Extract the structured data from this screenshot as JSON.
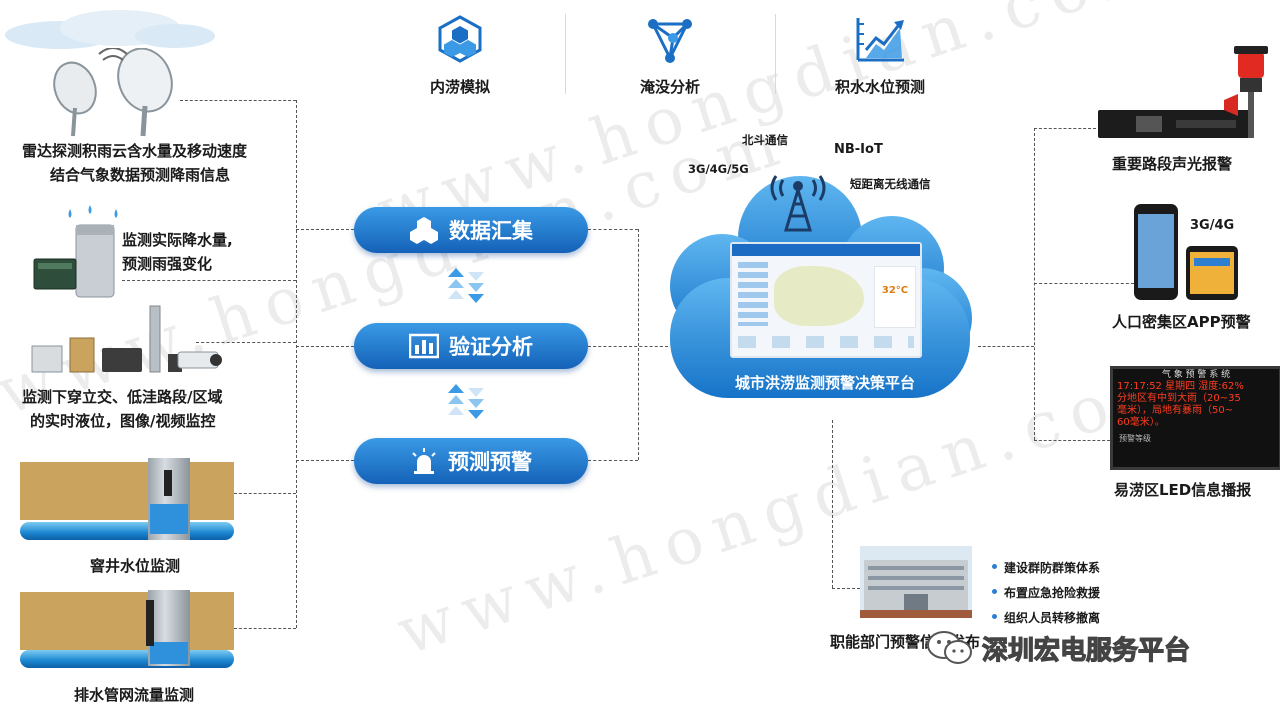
{
  "top_modules": [
    {
      "label": "内涝模拟",
      "icon": "cube-cluster-icon"
    },
    {
      "label": "淹没分析",
      "icon": "network-nodes-icon"
    },
    {
      "label": "积水水位预测",
      "icon": "rising-chart-icon"
    }
  ],
  "left_sources": [
    {
      "line1": "雷达探测积雨云含水量及移动速度",
      "line2": "结合气象数据预测降雨信息",
      "icon": "radar-dish-icon"
    },
    {
      "line1": "监测实际降水量,",
      "line2": "预测雨强变化",
      "icon": "rain-gauge-icon"
    },
    {
      "line1": "监测下穿立交、低洼路段/区域",
      "line2": "的实时液位，图像/视频监控",
      "icon": "sensor-camera-icon"
    },
    {
      "line1": "窨井水位监测",
      "icon": "manhole-icon"
    },
    {
      "line1": "排水管网流量监测",
      "icon": "drain-pipe-icon"
    }
  ],
  "process_steps": [
    {
      "label": "数据汇集",
      "icon": "data-collect-icon"
    },
    {
      "label": "验证分析",
      "icon": "analysis-chart-icon"
    },
    {
      "label": "预测预警",
      "icon": "alarm-light-icon"
    }
  ],
  "comm_labels": [
    "北斗通信",
    "NB-IoT",
    "3G/4G/5G",
    "短距离无线通信"
  ],
  "platform_title": "城市洪涝监测预警决策平台",
  "screen_temp": "32°C",
  "right_outputs": [
    {
      "label": "重要路段声光报警",
      "icon": "siren-icon"
    },
    {
      "label": "人口密集区APP预警",
      "icon": "phone-app-icon",
      "badge": "3G/4G"
    },
    {
      "label": "易涝区LED信息播报",
      "icon": "led-board-icon"
    }
  ],
  "led_board": {
    "header": "气 象 预 警 系 统",
    "line1": "17:17:52 星期四 湿度:62%",
    "line2": "分地区有中到大雨（20~35",
    "line3": "毫米），局地有暴雨（50~",
    "line4": "60毫米）。",
    "footer": "预警等级"
  },
  "department": {
    "label": "职能部门预警信息发布",
    "bullets": [
      "建设群防群策体系",
      "布置应急抢险救援",
      "组织人员转移撤离"
    ]
  },
  "wechat_source": "深圳宏电服务平台",
  "watermark": "www.hongdian.com",
  "colors": {
    "accent": "#1a6fc4",
    "pill_top": "#3a9ae6",
    "pill_bottom": "#1462b8",
    "led_text": "#ff3c1e"
  }
}
